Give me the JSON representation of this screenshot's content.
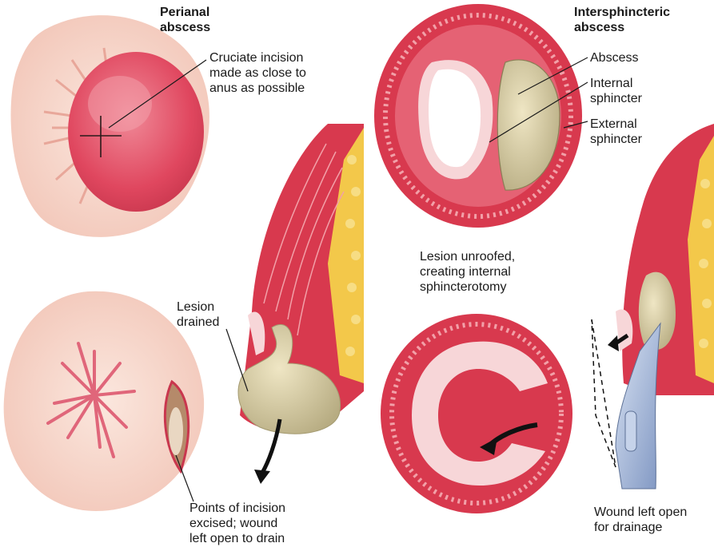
{
  "titles": {
    "left": "Perianal\nabscess",
    "right": "Intersphincteric\nabscess"
  },
  "labels": {
    "cruciate": "Cruciate incision\nmade as close to\nanus as possible",
    "abscess": "Abscess",
    "internal_sphincter": "Internal\nsphincter",
    "external_sphincter": "External\nsphincter",
    "lesion_unroofed": "Lesion unroofed,\ncreating internal\nsphincterotomy",
    "lesion_drained": "Lesion\ndrained",
    "points_excised": "Points of incision\nexcised; wound\nleft open to drain",
    "wound_open": "Wound left open\nfor drainage"
  },
  "colors": {
    "skin": "#f6d3c6",
    "skin_dark": "#e8a79a",
    "abscess_red": "#e2536a",
    "muscle": "#d8394e",
    "muscle_light": "#f2a0a8",
    "mucosa": "#f7d6d8",
    "pus": "#d8cda2",
    "fat": "#f3c84a",
    "blade": "#9fb4d8"
  }
}
